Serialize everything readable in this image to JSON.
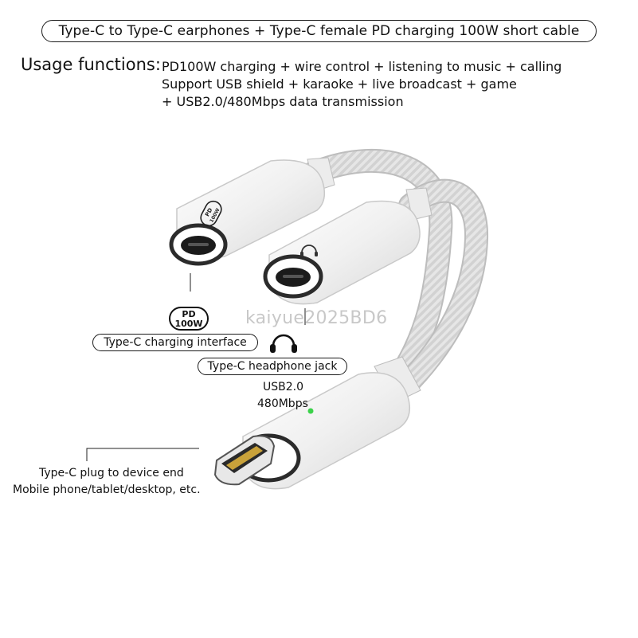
{
  "header": {
    "title": "Type-C to Type-C earphones + Type-C female PD charging 100W short cable"
  },
  "usage": {
    "label": "Usage functions:",
    "lines": [
      "PD100W charging + wire control + listening to music + calling",
      "Support USB shield + karaoke + live broadcast + game",
      "+ USB2.0/480Mbps data transmission"
    ]
  },
  "labels": {
    "pd_badge_line1": "PD",
    "pd_badge_line2": "100W",
    "charging_interface": "Type-C charging interface",
    "headphone_jack": "Type-C headphone jack",
    "usb_version": "USB2.0",
    "speed": "480Mbps",
    "plug_line1": "Type-C plug to device end",
    "plug_line2": "Mobile phone/tablet/desktop, etc."
  },
  "watermark": "kaiyue2025BD6",
  "icons": {
    "headphone": "headphone-icon",
    "pd_badge": "pd-100w-badge",
    "led": "green-led-indicator"
  },
  "colors": {
    "cable": "#e4e4e4",
    "housing": "#f4f4f4",
    "led": "#3bd24a",
    "text": "#111111"
  }
}
